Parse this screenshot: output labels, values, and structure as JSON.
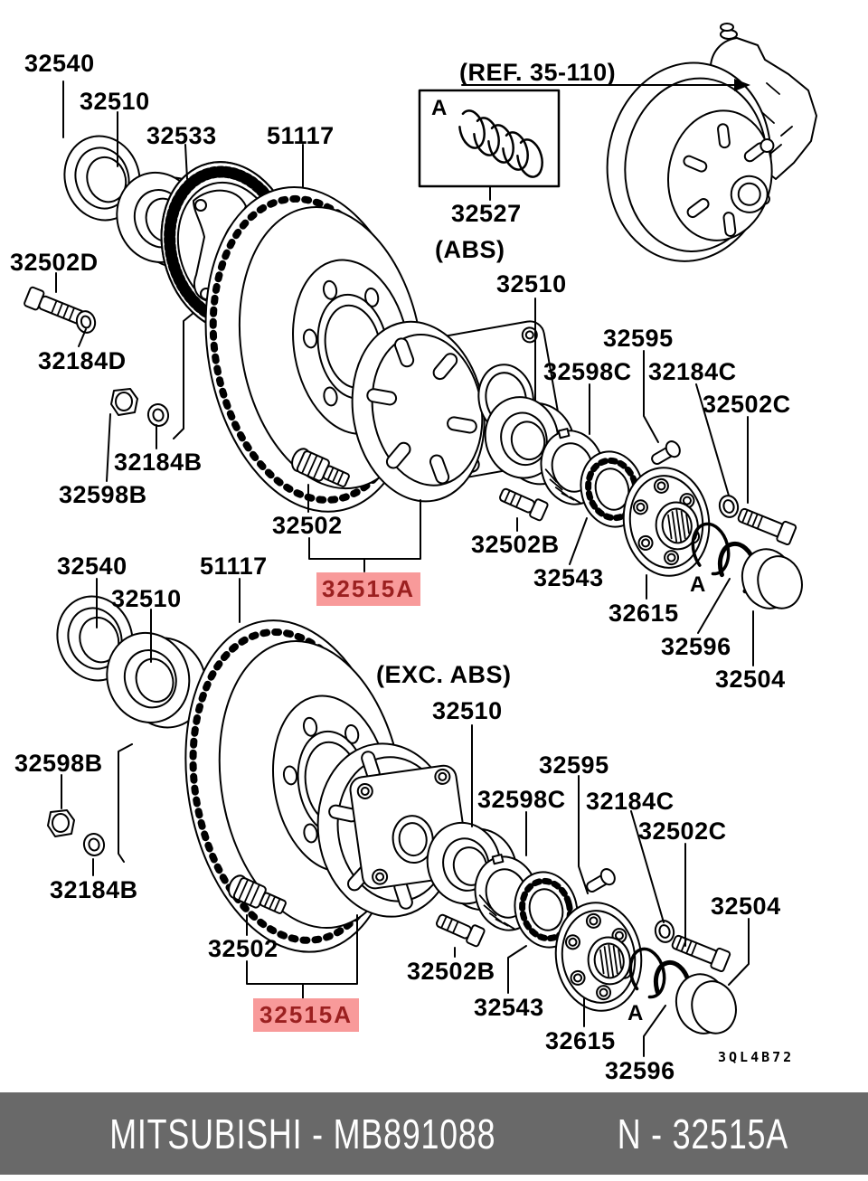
{
  "theme": {
    "line_color": "#000000",
    "highlight_bg": "#f89a9a",
    "highlight_text": "#9b2020",
    "footer_bg": "#696969",
    "footer_text": "#ffffff"
  },
  "labels": {
    "t_32540": "32540",
    "t_32510_a": "32510",
    "t_32533": "32533",
    "t_51117": "51117",
    "ref_callout": "(REF. 35-110)",
    "box_a": "A",
    "t_32527": "32527",
    "abs_caption": "(ABS)",
    "t_32510_b": "32510",
    "t_32502d": "32502D",
    "t_32184d": "32184D",
    "t_32184b": "32184B",
    "t_32598b": "32598B",
    "t_32502": "32502",
    "t_32515a": "32515A",
    "t_32595": "32595",
    "t_32598c": "32598C",
    "t_32184c": "32184C",
    "t_32502c": "32502C",
    "t_32502b": "32502B",
    "t_32543": "32543",
    "t_32615": "32615",
    "t_ring_a": "A",
    "t_32596": "32596",
    "t_32504": "32504",
    "b_32540": "32540",
    "b_51117": "51117",
    "b_32510_a": "32510",
    "exc_abs_caption": "(EXC. ABS)",
    "b_32510_b": "32510",
    "b_32598b": "32598B",
    "b_32184b": "32184B",
    "b_32595": "32595",
    "b_32598c": "32598C",
    "b_32184c": "32184C",
    "b_32502c": "32502C",
    "b_32504": "32504",
    "b_32502": "32502",
    "b_32502b": "32502B",
    "b_32543": "32543",
    "b_32615": "32615",
    "b_ring_a": "A",
    "b_32596": "32596",
    "b_32515a": "32515A",
    "drawing_code": "3QL4B72"
  },
  "footer": {
    "brand_part": "MITSUBISHI - MB891088",
    "ref_part": "N - 32515A"
  }
}
